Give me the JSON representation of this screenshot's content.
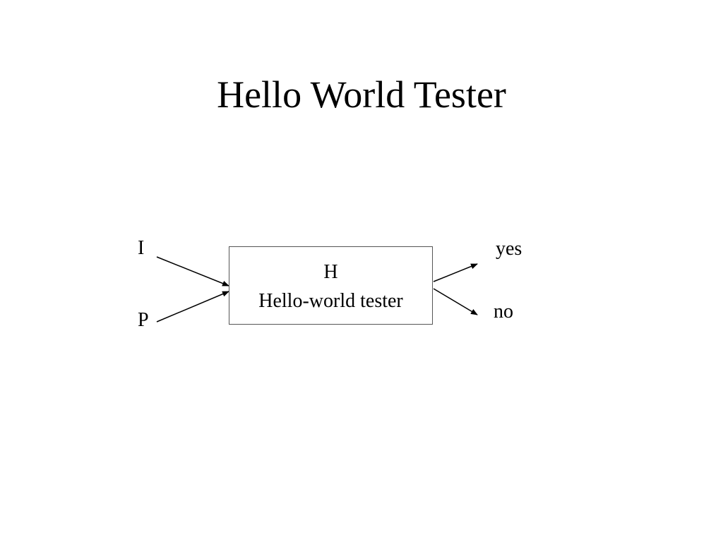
{
  "slide": {
    "title": "Hello World Tester"
  },
  "diagram": {
    "inputs": {
      "i_label": "I",
      "p_label": "P"
    },
    "box": {
      "name": "H",
      "description": "Hello-world tester"
    },
    "outputs": {
      "yes_label": "yes",
      "no_label": "no"
    },
    "colors": {
      "stroke": "#000000",
      "box_border": "#555555"
    }
  }
}
